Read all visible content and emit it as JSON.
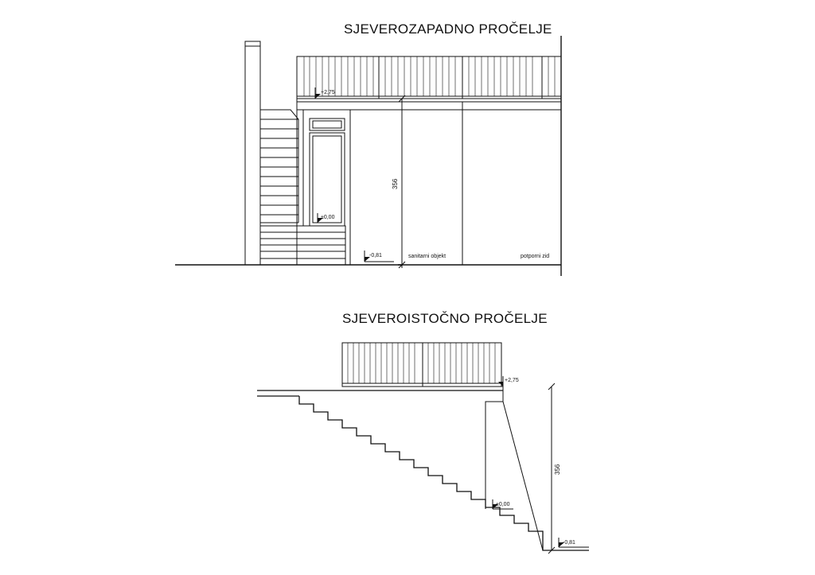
{
  "drawing_1": {
    "title": "SJEVEROZAPADNO  PROČELJE",
    "level_top": "+2,75",
    "level_zero": "±0,00",
    "level_bottom": "-0,81",
    "height_dim": "356",
    "label_sanitary": "sanitarni objekt",
    "label_wall": "potporni zid"
  },
  "drawing_2": {
    "title": "SJEVEROISTOČNO PROČELJE",
    "level_top": "+2,75",
    "level_zero": "±0,00",
    "level_bottom": "-0,81",
    "height_dim": "356"
  }
}
